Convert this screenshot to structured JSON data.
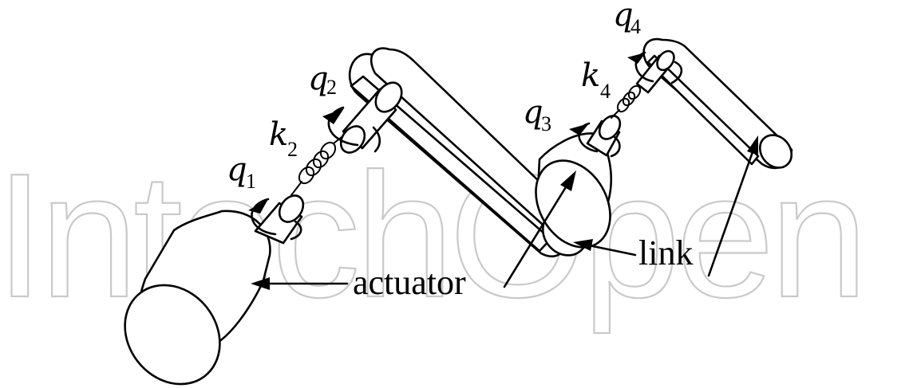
{
  "watermark": {
    "text": "IntechOpen"
  },
  "coordinates": {
    "q1": {
      "symbol": "q",
      "subscript": "1"
    },
    "q2": {
      "symbol": "q",
      "subscript": "2"
    },
    "q3": {
      "symbol": "q",
      "subscript": "3"
    },
    "q4": {
      "symbol": "q",
      "subscript": "4"
    }
  },
  "springs": {
    "k2": {
      "symbol": "k",
      "subscript": "2"
    },
    "k4": {
      "symbol": "k",
      "subscript": "4"
    }
  },
  "labels": {
    "actuator": "actuator",
    "link": "link"
  }
}
